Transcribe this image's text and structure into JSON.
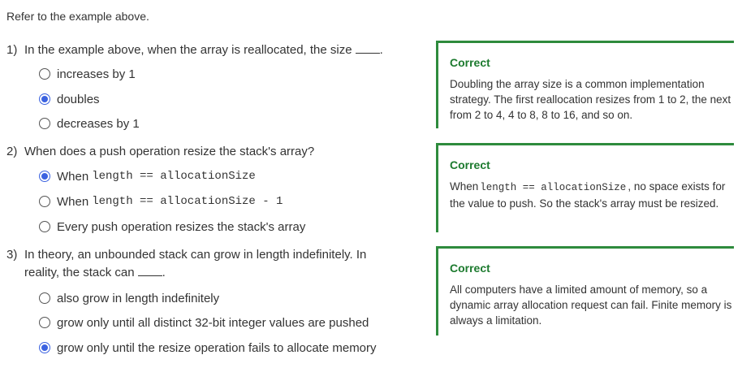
{
  "intro": "Refer to the example above.",
  "questions": [
    {
      "num": "1)",
      "prompt": "In the example above, when the array is reallocated, the size",
      "options": [
        "increases by 1",
        "doubles",
        "decreases by 1"
      ],
      "feedback": {
        "status": "Correct",
        "text": "Doubling the array size is a common implementation strategy. The first reallocation resizes from 1 to 2, the next from 2 to 4, 4 to 8, 8 to 16, and so on."
      }
    },
    {
      "num": "2)",
      "prompt": "When does a push operation resize the stack's array?",
      "options": [
        {
          "pre": "When",
          "code": "length == allocationSize"
        },
        {
          "pre": "When",
          "code": "length == allocationSize - 1"
        },
        {
          "pre": "Every push operation resizes the stack's array",
          "code": ""
        }
      ],
      "feedback": {
        "status": "Correct",
        "pre": "When",
        "code": "length == allocationSize",
        "post": ", no space exists for the value to push. So the stack's array must be resized."
      }
    },
    {
      "num": "3)",
      "prompt_line1": "In theory, an unbounded stack can grow in length indefinitely. In",
      "prompt_line2": "reality, the stack can",
      "options": [
        "also grow in length indefinitely",
        "grow only until all distinct 32-bit integer values are pushed",
        "grow only until the resize operation fails to allocate memory"
      ],
      "feedback": {
        "status": "Correct",
        "text": "All computers have a limited amount of memory, so a dynamic array allocation request can fail. Finite memory is always a limitation."
      }
    }
  ],
  "colors": {
    "accent": "#3b62e0",
    "correct": "#2e8b3d"
  }
}
